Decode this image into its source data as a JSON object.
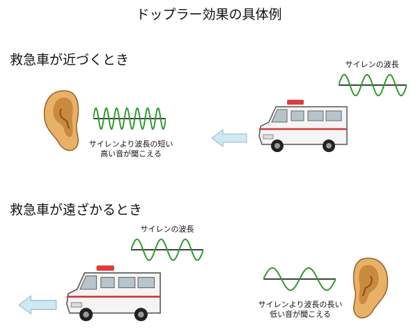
{
  "title": "ドップラー効果の具体例",
  "approaching": {
    "heading": "救急車が近づくとき",
    "wave_label": "サイレンの波長",
    "result_line1": "サイレンより波長の短い",
    "result_line2": "高い音が聞こえる"
  },
  "receding": {
    "heading": "救急車が遠ざかるとき",
    "wave_label": "サイレンの波長",
    "result_line1": "サイレンより波長の長い",
    "result_line2": "低い音が聞こえる"
  },
  "colors": {
    "wave": "#2e9a2e",
    "arrow": "#cfe9f2",
    "arrow_stroke": "#8fb8c8",
    "ear_skin": "#e7b168",
    "ear_shadow": "#b9782e"
  }
}
